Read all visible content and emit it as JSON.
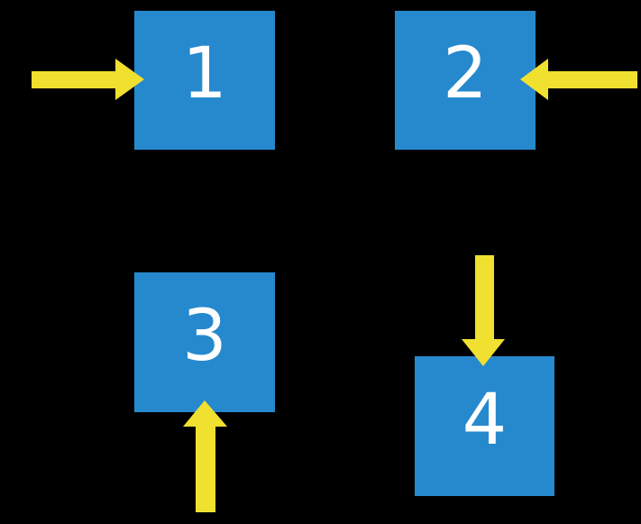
{
  "canvas": {
    "background": "#000000"
  },
  "colors": {
    "box_blue": "#2689CE",
    "arrow_yellow": "#F0E02F",
    "number_white": "#FFFFFF"
  },
  "boxes": [
    {
      "label": "1",
      "arrow_direction": "right",
      "arrow_side": "left"
    },
    {
      "label": "2",
      "arrow_direction": "left",
      "arrow_side": "right"
    },
    {
      "label": "3",
      "arrow_direction": "up",
      "arrow_side": "bottom"
    },
    {
      "label": "4",
      "arrow_direction": "down",
      "arrow_side": "top"
    }
  ]
}
